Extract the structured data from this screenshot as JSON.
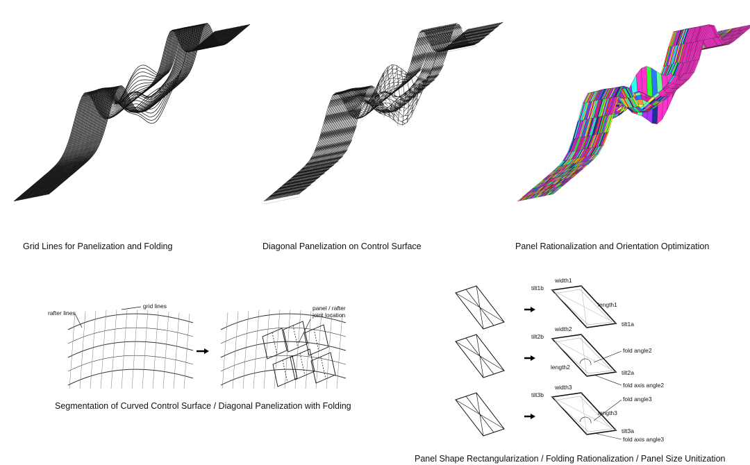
{
  "captions": {
    "grid": "Grid Lines for Panelization and Folding",
    "diagonal": "Diagonal Panelization on Control Surface",
    "rationalization": "Panel Rationalization and Orientation Optimization",
    "segmentation": "Segmentation of Curved Control Surface / Diagonal Panelization with Folding",
    "unitization": "Panel Shape Rectangularization / Folding Rationalization / Panel Size Unitization"
  },
  "segmentation_labels": {
    "rafter_lines": "rafter lines",
    "grid_lines": "grid lines",
    "joint_line1": "panel / rafter",
    "joint_line2": "joint location"
  },
  "panel_rows": [
    {
      "width": "width1",
      "length": "length1",
      "tilt_b": "tilt1b",
      "tilt_a": "tilt1a"
    },
    {
      "width": "width2",
      "length": "length2",
      "tilt_b": "tilt2b",
      "tilt_a": "tilt2a",
      "fold_angle": "fold angle2",
      "fold_axis": "fold axis angle2"
    },
    {
      "width": "width3",
      "length": "length3",
      "tilt_b": "tilt3b",
      "tilt_a": "tilt3a",
      "fold_angle": "fold angle3",
      "fold_axis": "fold axis angle3"
    }
  ],
  "palette": [
    "#ff33cc",
    "#e020b0",
    "#33ff33",
    "#2a7cff",
    "#9933ff",
    "#ffee33",
    "#ff3333",
    "#33ffee",
    "#ff9933",
    "#1a3399",
    "#aa33ff",
    "#66ff99"
  ]
}
